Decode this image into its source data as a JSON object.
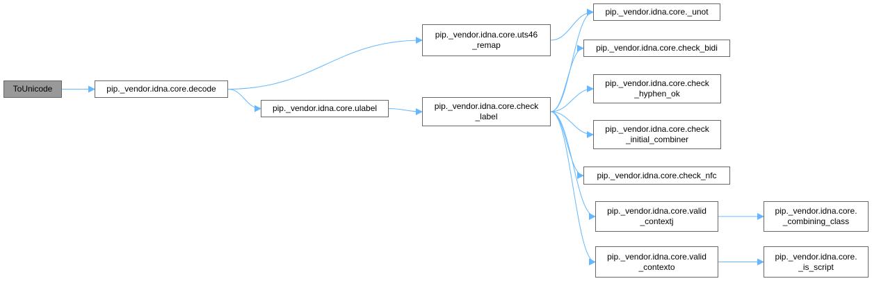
{
  "colors": {
    "edge": "#63b8ff",
    "node_border": "#666666",
    "root_fill": "#999999",
    "node_fill": "#ffffff"
  },
  "nodes": {
    "tounicode": {
      "lines": [
        "ToUnicode"
      ]
    },
    "decode": {
      "lines": [
        "pip._vendor.idna.core.decode"
      ]
    },
    "ulabel": {
      "lines": [
        "pip._vendor.idna.core.ulabel"
      ]
    },
    "uts46_remap": {
      "lines": [
        "pip._vendor.idna.core.uts46",
        "_remap"
      ]
    },
    "check_label": {
      "lines": [
        "pip._vendor.idna.core.check",
        "_label"
      ]
    },
    "unot": {
      "lines": [
        "pip._vendor.idna.core._unot"
      ]
    },
    "check_bidi": {
      "lines": [
        "pip._vendor.idna.core.check_bidi"
      ]
    },
    "check_hyphen_ok": {
      "lines": [
        "pip._vendor.idna.core.check",
        "_hyphen_ok"
      ]
    },
    "check_initial_combiner": {
      "lines": [
        "pip._vendor.idna.core.check",
        "_initial_combiner"
      ]
    },
    "check_nfc": {
      "lines": [
        "pip._vendor.idna.core.check_nfc"
      ]
    },
    "valid_contextj": {
      "lines": [
        "pip._vendor.idna.core.valid",
        "_contextj"
      ]
    },
    "valid_contexto": {
      "lines": [
        "pip._vendor.idna.core.valid",
        "_contexto"
      ]
    },
    "combining_class": {
      "lines": [
        "pip._vendor.idna.core.",
        "_combining_class"
      ]
    },
    "is_script": {
      "lines": [
        "pip._vendor.idna.core.",
        "_is_script"
      ]
    }
  },
  "edges": [
    [
      "tounicode",
      "decode"
    ],
    [
      "decode",
      "uts46_remap"
    ],
    [
      "decode",
      "ulabel"
    ],
    [
      "uts46_remap",
      "unot"
    ],
    [
      "ulabel",
      "check_label"
    ],
    [
      "check_label",
      "unot"
    ],
    [
      "check_label",
      "check_bidi"
    ],
    [
      "check_label",
      "check_hyphen_ok"
    ],
    [
      "check_label",
      "check_initial_combiner"
    ],
    [
      "check_label",
      "check_nfc"
    ],
    [
      "check_label",
      "valid_contextj"
    ],
    [
      "check_label",
      "valid_contexto"
    ],
    [
      "valid_contextj",
      "combining_class"
    ],
    [
      "valid_contexto",
      "is_script"
    ]
  ]
}
